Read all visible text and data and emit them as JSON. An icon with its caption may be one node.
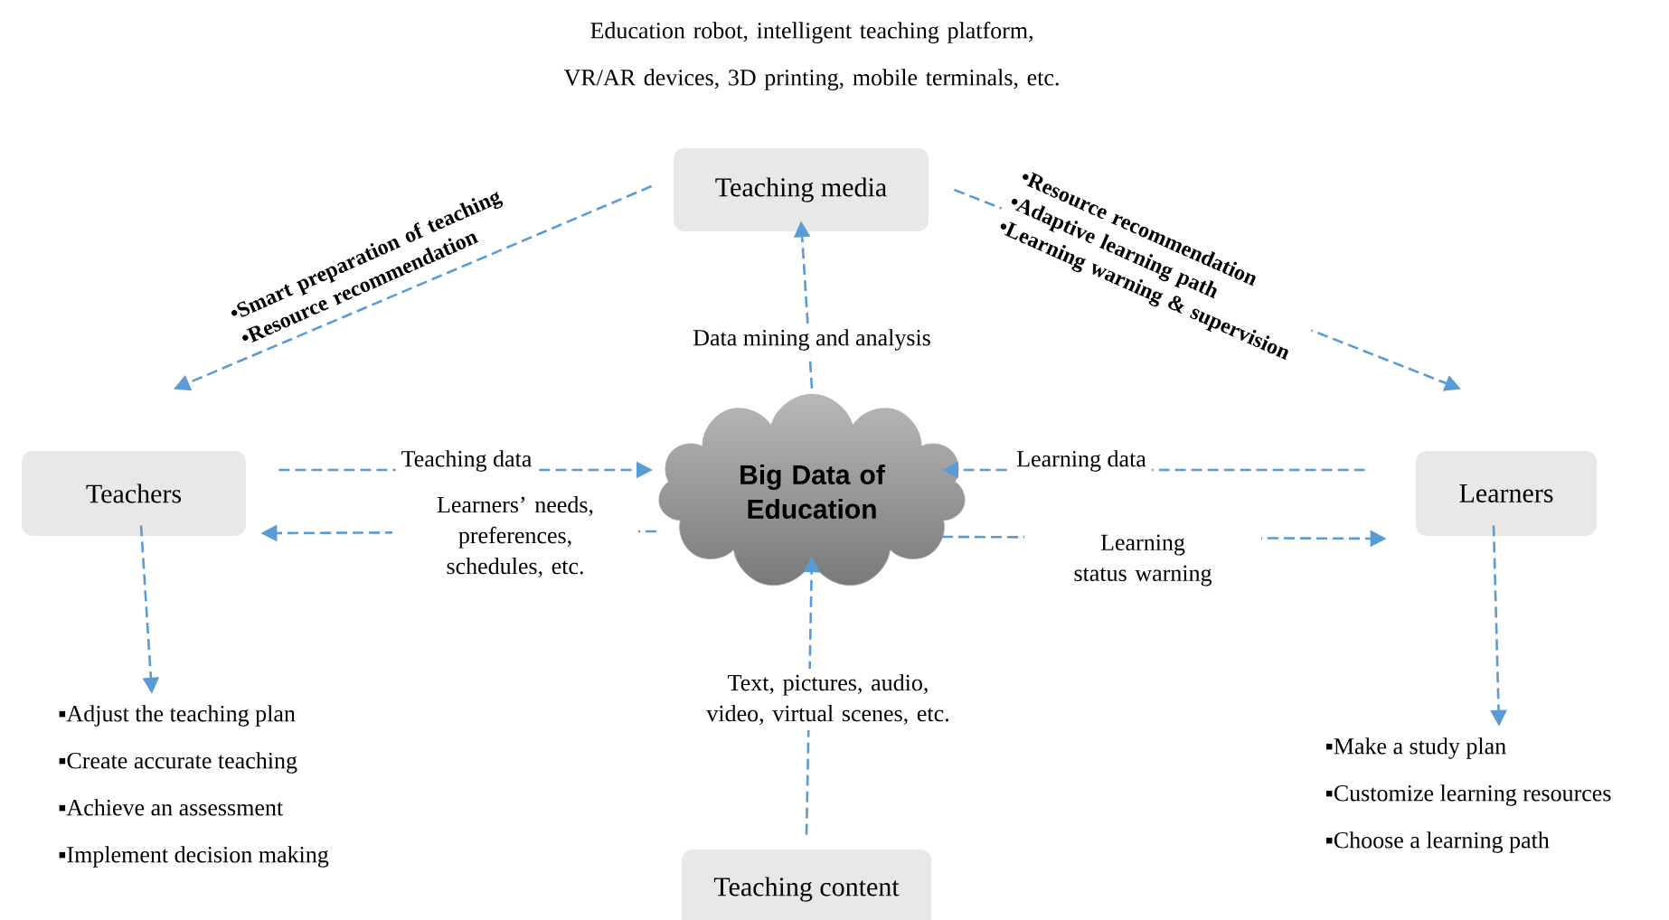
{
  "diagram": {
    "nodes": [
      {
        "text": [
          "Teaching media"
        ],
        "beside": [
          "Education robot, intelligent teaching platform, VR/AR devices, 3D printing, mobile terminals, etc."
        ]
      },
      {
        "text": [
          "Teachers"
        ]
      },
      {
        "text": [
          "Big Data of Education"
        ]
      },
      {
        "text": [
          "Learners"
        ]
      },
      {
        "text": [
          "Teaching content"
        ]
      },
      {
        "text": [
          "▪Adjust the teaching plan",
          "▪Create accurate teaching",
          "▪Achieve an assessment",
          "▪Implement decision making"
        ]
      },
      {
        "text": [
          "▪Make a study plan",
          "▪Customize learning resources",
          "▪Choose a learning path"
        ]
      }
    ],
    "edges": [
      {
        "from": 0,
        "to": 1,
        "arrow": "to",
        "style": "dashed",
        "label": "•Smart preparation of teaching •Resource recommendation"
      },
      {
        "from": 0,
        "to": 3,
        "arrow": "to",
        "style": "dashed",
        "label": "•Resource recommendation •Adaptive learning path •Learning warning & supervision"
      },
      {
        "from": 2,
        "to": 0,
        "arrow": "to",
        "style": "dashed",
        "label": "Data mining and analysis"
      },
      {
        "from": 1,
        "to": 2,
        "arrow": "to",
        "style": "dashed",
        "label": "Teaching data"
      },
      {
        "from": 2,
        "to": 1,
        "arrow": "to",
        "style": "dashed",
        "label": "Learners’ needs, preferences, schedules, etc."
      },
      {
        "from": 3,
        "to": 2,
        "arrow": "to",
        "style": "dashed",
        "label": "Learning data"
      },
      {
        "from": 2,
        "to": 3,
        "arrow": "to",
        "style": "dashed",
        "label": "Learning status warning"
      },
      {
        "from": 4,
        "to": 2,
        "arrow": "to",
        "style": "dashed",
        "label": "Text, pictures, audio, video, virtual scenes, etc."
      },
      {
        "from": 1,
        "to": 5,
        "arrow": "to",
        "style": "dashed"
      },
      {
        "from": 3,
        "to": 6,
        "arrow": "to",
        "style": "dashed"
      }
    ]
  }
}
